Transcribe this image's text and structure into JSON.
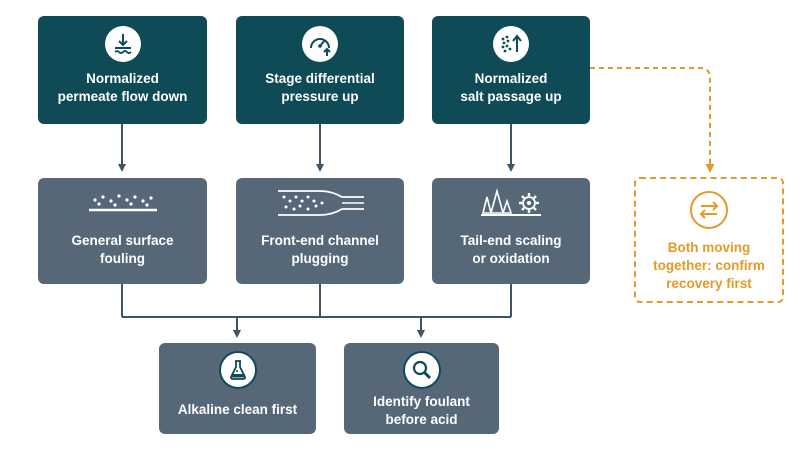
{
  "symptoms": [
    {
      "id": "permeate",
      "lines": [
        "Normalized",
        "permeate flow down"
      ],
      "icon": "water-level-down-icon"
    },
    {
      "id": "pressure",
      "lines": [
        "Stage differential",
        "pressure up"
      ],
      "icon": "pressure-gauge-up-icon"
    },
    {
      "id": "salt",
      "lines": [
        "Normalized",
        "salt passage up"
      ],
      "icon": "salt-particles-up-icon"
    }
  ],
  "causes": [
    {
      "id": "fouling",
      "lines": [
        "General surface",
        "fouling"
      ],
      "icon": "surface-deposit-icon"
    },
    {
      "id": "plugging",
      "lines": [
        "Front-end channel",
        "plugging"
      ],
      "icon": "channel-plugging-icon"
    },
    {
      "id": "scaling",
      "lines": [
        "Tail-end scaling",
        "or oxidation"
      ],
      "icon": "crystals-gear-icon"
    }
  ],
  "actions": [
    {
      "id": "alkaline",
      "lines": [
        "Alkaline clean first"
      ],
      "icon": "flask-icon"
    },
    {
      "id": "identify",
      "lines": [
        "Identify foulant",
        "before acid"
      ],
      "icon": "magnifier-icon"
    }
  ],
  "note": {
    "lines": [
      "Both moving",
      "together: confirm",
      "recovery first"
    ],
    "icon": "swap-arrows-icon"
  },
  "colors": {
    "teal": "#0f4a57",
    "slate": "#566878",
    "orange": "#e39a2a",
    "connector": "#3e5466"
  }
}
